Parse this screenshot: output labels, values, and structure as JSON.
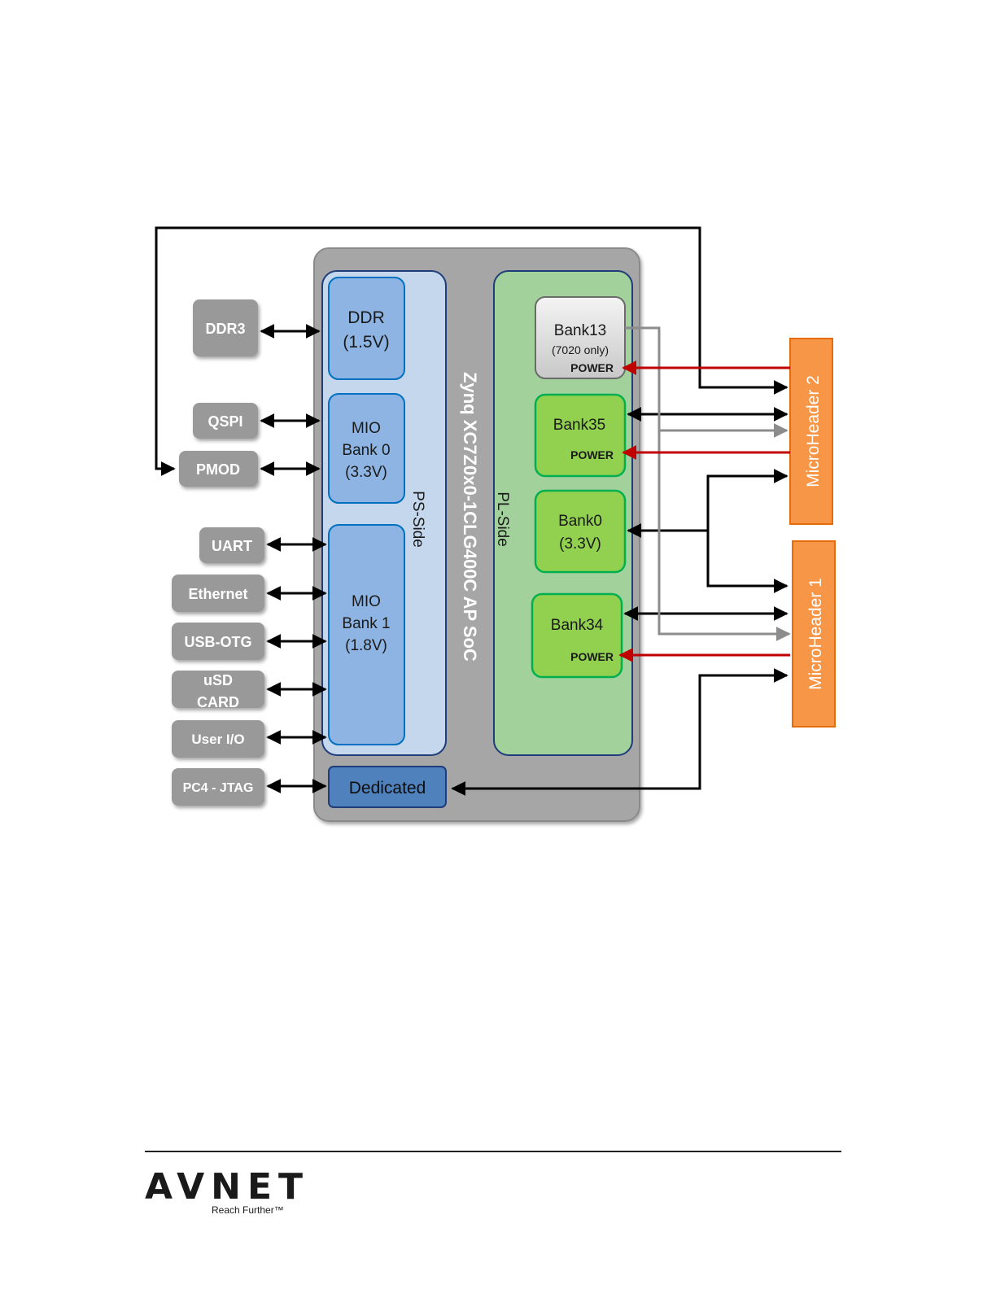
{
  "peripherals": {
    "ddr3": "DDR3",
    "qspi": "QSPI",
    "pmod": "PMOD",
    "uart": "UART",
    "ethernet": "Ethernet",
    "usb_otg": "USB-OTG",
    "usd_card_line1": "uSD",
    "usd_card_line2": "CARD",
    "user_io": "User I/O",
    "pc4_jtag": "PC4 - JTAG"
  },
  "soc": {
    "title": "Zynq XC7Z0x0-1CLG400C  AP SoC",
    "ps_side": "PS-Side",
    "pl_side": "PL-Side",
    "ddr": {
      "line1": "DDR",
      "line2": "(1.5V)"
    },
    "mio_bank0": {
      "line1": "MIO",
      "line2": "Bank 0",
      "line3": "(3.3V)"
    },
    "mio_bank1": {
      "line1": "MIO",
      "line2": "Bank 1",
      "line3": "(1.8V)"
    },
    "dedicated": "Dedicated",
    "bank13": {
      "name": "Bank13",
      "note": "(7020 only)",
      "power": "POWER"
    },
    "bank35": {
      "name": "Bank35",
      "power": "POWER"
    },
    "bank0": {
      "name": "Bank0",
      "voltage": "(3.3V)"
    },
    "bank34": {
      "name": "Bank34",
      "power": "POWER"
    }
  },
  "headers": {
    "microheader2": "MicroHeader 2",
    "microheader1": "MicroHeader 1"
  },
  "colors": {
    "peripheral_gray": "#999999",
    "soc_gray": "#a6a6a6",
    "ps_fill": "#c5d7ec",
    "mio_blue": "#8db4e2",
    "dedicated_blue": "#4f81bd",
    "pl_fill": "#a3d19c",
    "bank_green": "#92d050",
    "header_orange": "#f79646",
    "power_red": "#c00000",
    "signal_gray": "#8c8c8c"
  },
  "footer": {
    "logo": "AVNET",
    "tagline": "Reach Further™"
  }
}
